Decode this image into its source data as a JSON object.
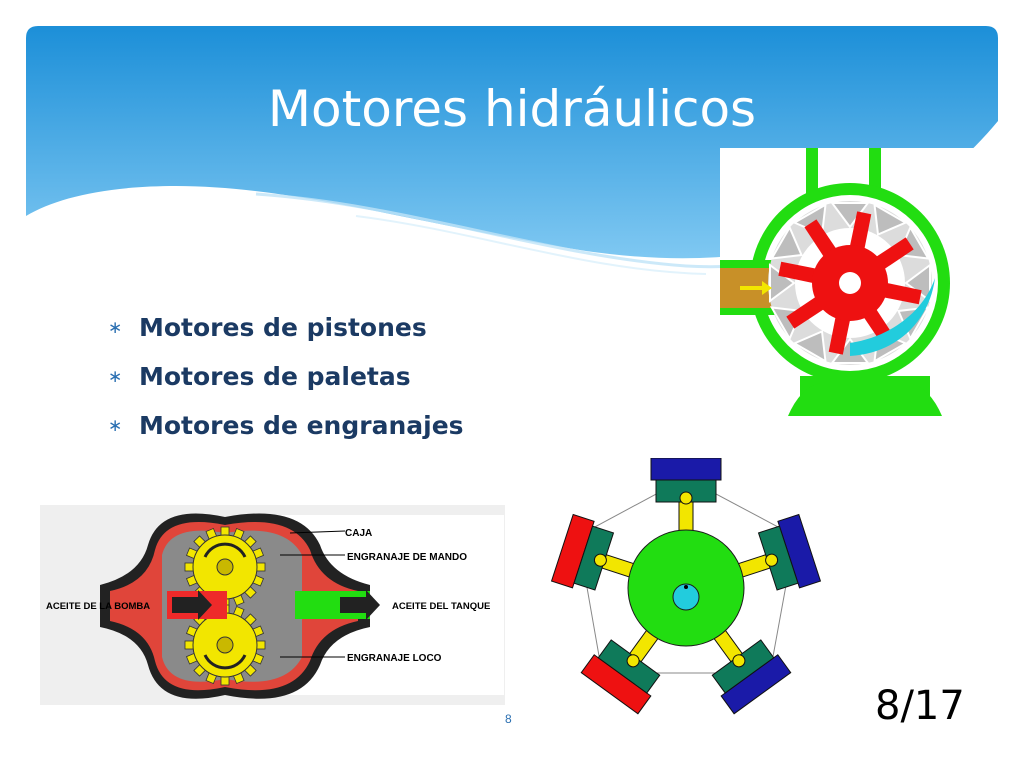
{
  "slide": {
    "title": "Motores hidráulicos",
    "bullet_symbol": "∗",
    "bullets": [
      "Motores de pistones",
      "Motores de paletas",
      "Motores de engranajes"
    ],
    "page_number": "8",
    "slide_counter": "8/17"
  },
  "gear_motor_figure": {
    "labels": {
      "caja": "CAJA",
      "drive_gear": "ENGRANAJE DE MANDO",
      "idler_gear": "ENGRANAJE LOCO",
      "pump_oil": "ACEITE DE LA BOMBA",
      "tank_oil": "ACEITE DEL TANQUE"
    }
  },
  "colors": {
    "header_top": "#1c8fd8",
    "header_bottom": "#7fc8f2",
    "title_text": "#ffffff",
    "bullet_text": "#1b3a63",
    "accent_blue": "#2a6fb1",
    "housing_green": "#22dd11",
    "rotor_red": "#ee1111",
    "gear_yellow": "#f2e600",
    "piston_blue": "#1a1aa8"
  },
  "icons": [
    "vane-motor-diagram",
    "gear-motor-diagram",
    "radial-piston-motor-diagram",
    "bullet-asterisk-icon"
  ]
}
